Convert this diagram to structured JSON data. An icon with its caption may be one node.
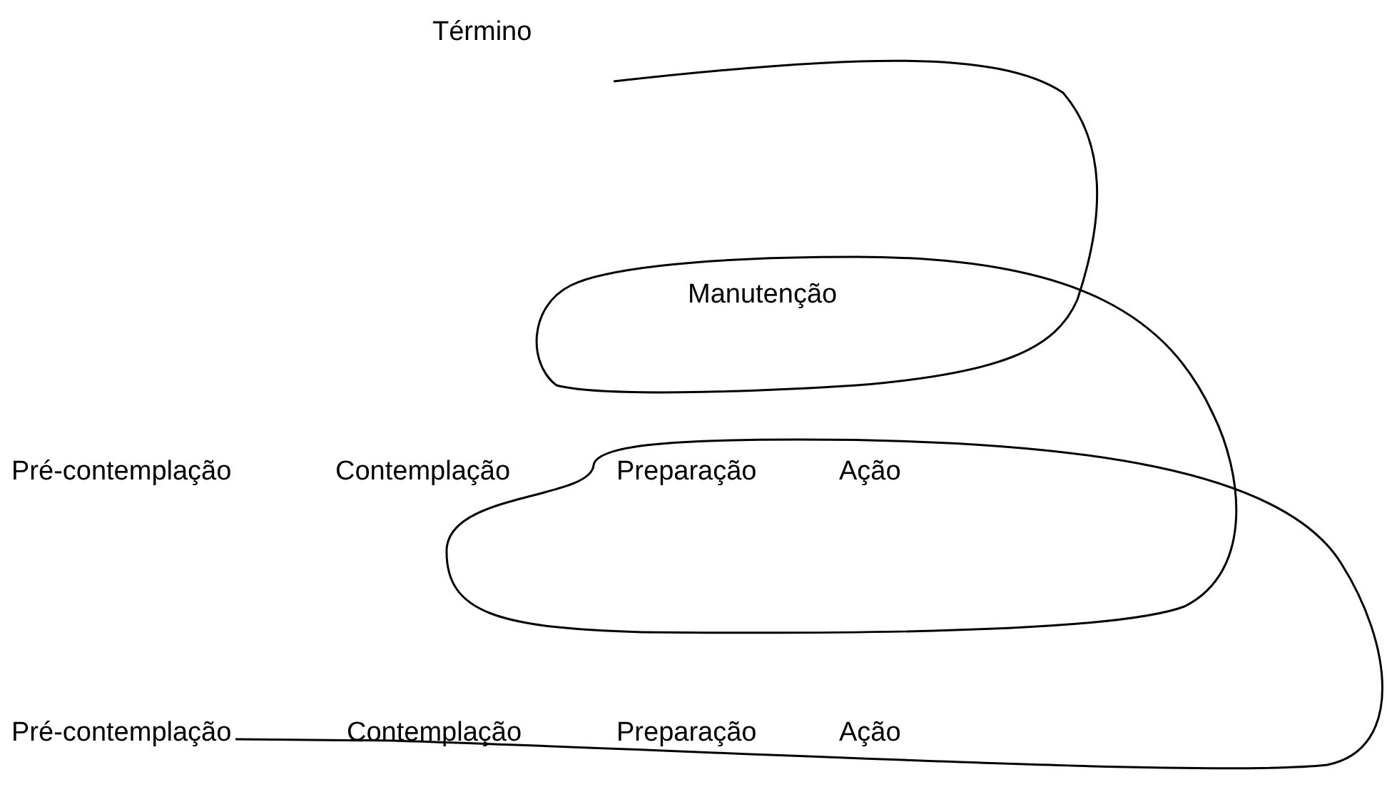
{
  "diagram": {
    "labels": [
      "Término",
      "Manutenção",
      "Pré-contemplação",
      "Contemplação",
      "Preparação",
      "Ação",
      "Pré-contemplação",
      "Contemplação",
      "Preparação",
      "Ação"
    ]
  }
}
